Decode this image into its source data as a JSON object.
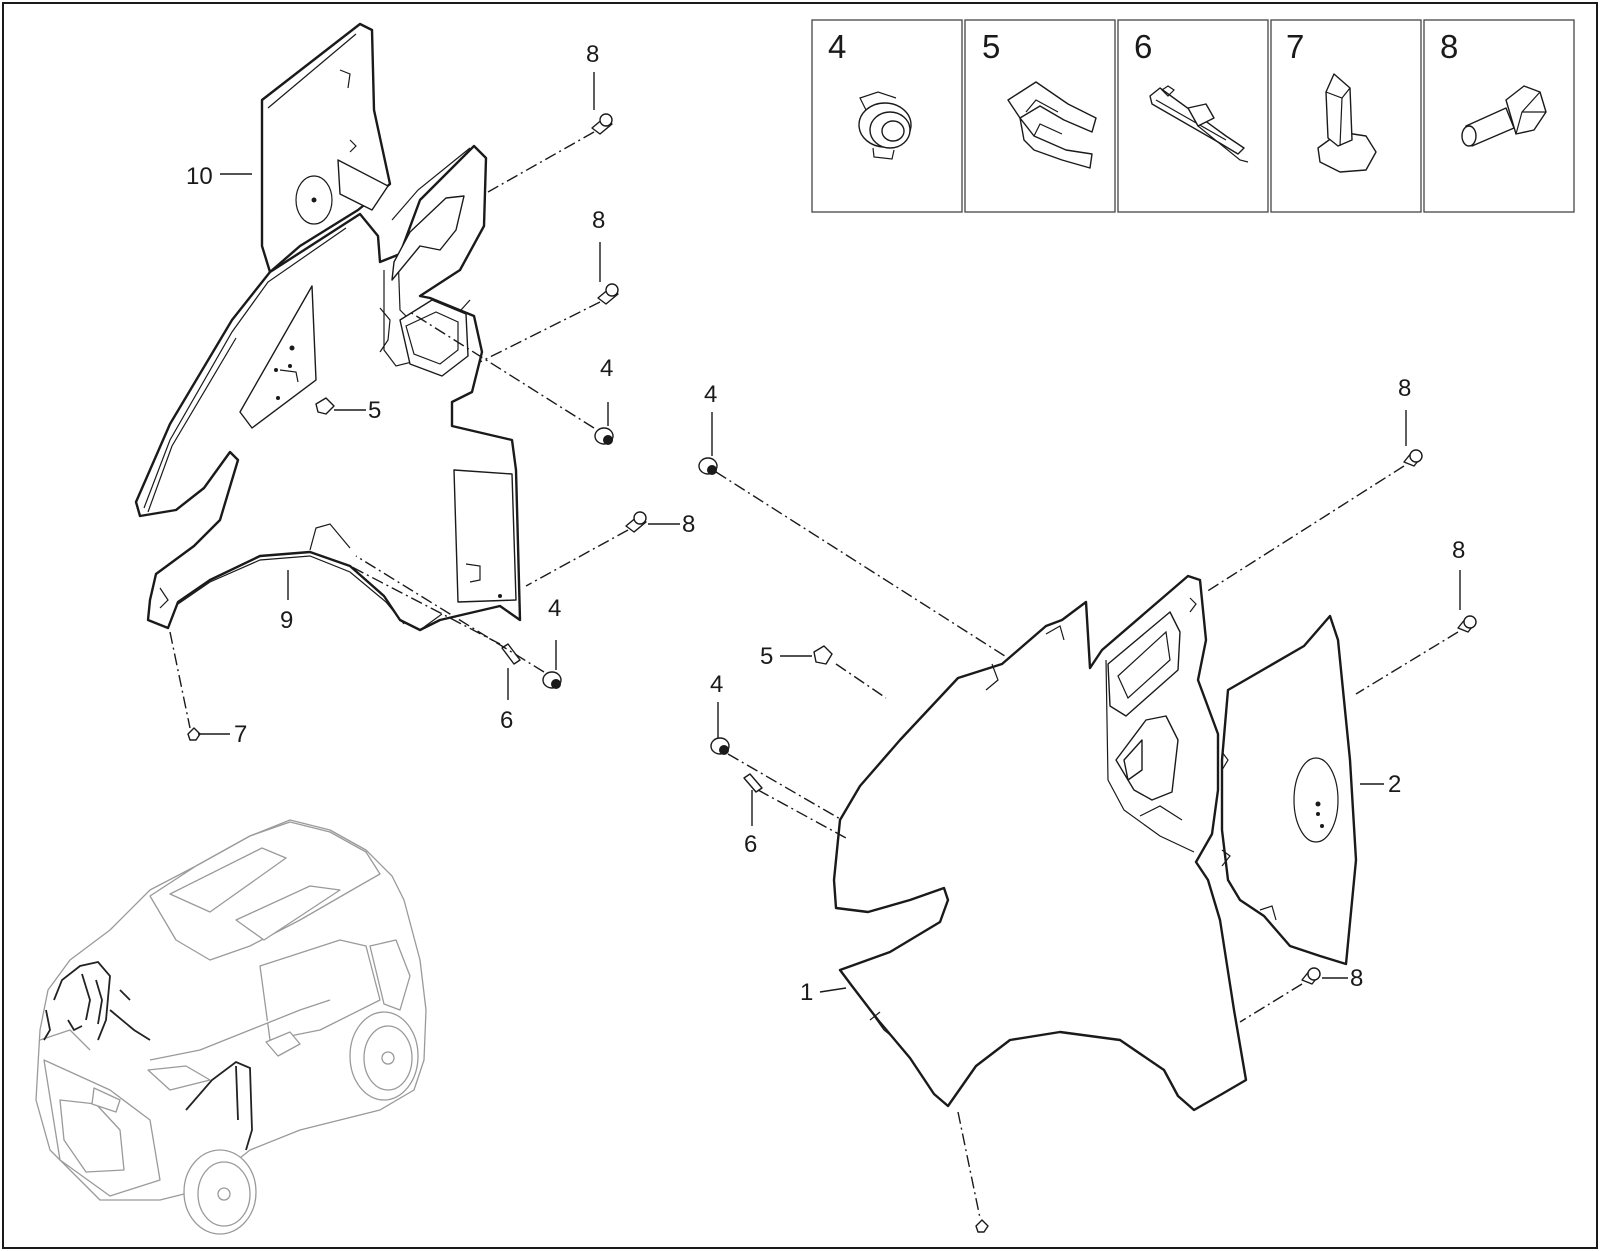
{
  "title": "",
  "parts_legend": [
    {
      "number": "4",
      "icon": "push-clip-icon"
    },
    {
      "number": "5",
      "icon": "spring-clip-icon"
    },
    {
      "number": "6",
      "icon": "cable-tie-clip-icon"
    },
    {
      "number": "7",
      "icon": "rivet-pin-icon"
    },
    {
      "number": "8",
      "icon": "flange-bolt-icon"
    }
  ],
  "callouts": {
    "c8_top": "8",
    "c10": "10",
    "c8_mid": "8",
    "c4_a": "4",
    "c5_a": "5",
    "c8_b": "8",
    "c4_b": "4",
    "c9": "9",
    "c6_a": "6",
    "c7": "7",
    "c4_c": "4",
    "c8_c": "8",
    "c8_d": "8",
    "c5_b": "5",
    "c4_d": "4",
    "c6_b": "6",
    "c2": "2",
    "c1": "1",
    "c8_e": "8"
  },
  "colors": {
    "line": "#1a1a1a",
    "car_outline": "#9a9a9a",
    "background": "#ffffff"
  }
}
